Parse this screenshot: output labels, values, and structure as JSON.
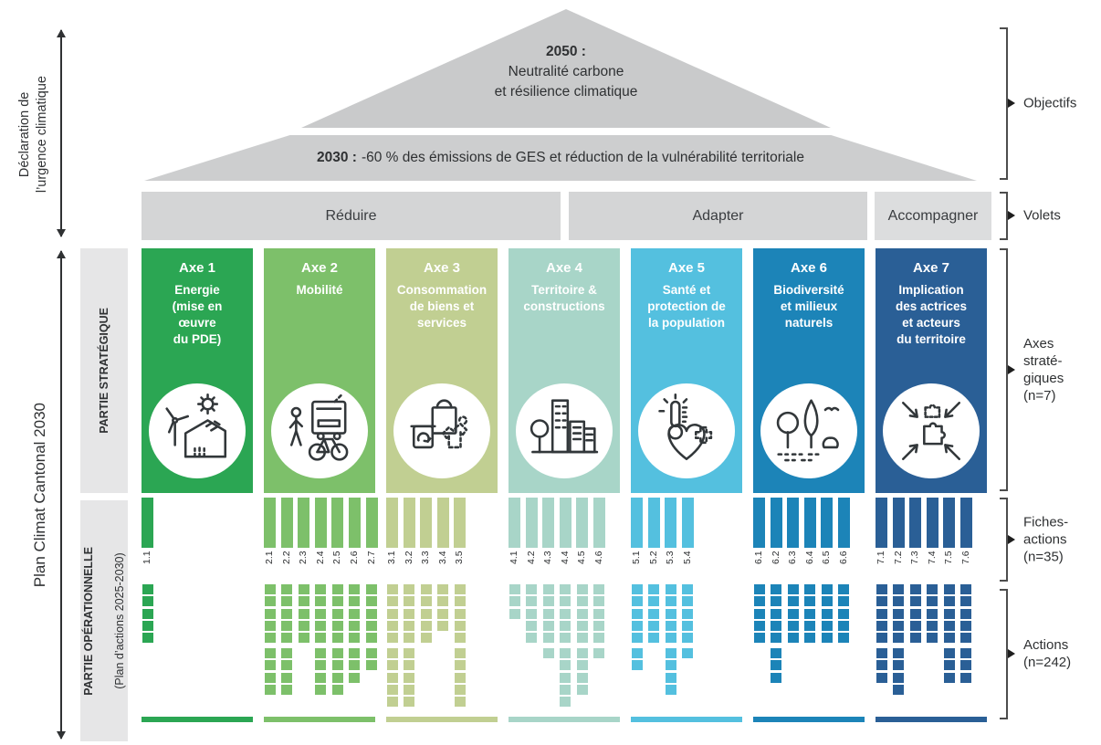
{
  "pyramid": {
    "y2050": "2050 :",
    "t2050": "Neutralité carbone\net résilience climatique",
    "y2030": "2030 :",
    "t2030": "-60 % des émissions de GES et réduction de la vulnérabilité territoriale"
  },
  "left": {
    "declaration": "Déclaration de\nl’urgence climatique",
    "plan": "Plan Climat Cantonal 2030",
    "strategic": "PARTIE STRATÉGIQUE",
    "operational_bold": "PARTIE OPÉRATIONNELLE",
    "operational_sub": "(Plan d’actions 2025-2030)"
  },
  "right_labels": {
    "objectifs": "Objectifs",
    "volets": "Volets",
    "axes": "Axes\nstraté-\ngiques\n(n=7)",
    "fiches": "Fiches-\nactions\n(n=35)",
    "actions": "Actions\n(n=242)"
  },
  "volets": [
    {
      "label": "Réduire"
    },
    {
      "label": "Adapter"
    },
    {
      "label": "Accompagner"
    }
  ],
  "axes": [
    {
      "id": "Axe 1",
      "title": "Energie\n(mise en\nœuvre\ndu PDE)",
      "color": "#2BA653",
      "icon": "renewable-energy-icon",
      "fiches": [
        {
          "id": "1.1",
          "actions": 5
        }
      ]
    },
    {
      "id": "Axe 2",
      "title": "Mobilité",
      "color": "#7DC06A",
      "icon": "mobility-icon",
      "fiches": [
        {
          "id": "2.1",
          "actions": 9
        },
        {
          "id": "2.2",
          "actions": 9
        },
        {
          "id": "2.3",
          "actions": 5
        },
        {
          "id": "2.4",
          "actions": 9
        },
        {
          "id": "2.5",
          "actions": 9
        },
        {
          "id": "2.6",
          "actions": 8
        },
        {
          "id": "2.7",
          "actions": 7
        }
      ]
    },
    {
      "id": "Axe 3",
      "title": "Consommation\nde biens et\nservices",
      "color": "#C1CF92",
      "icon": "consumption-icon",
      "fiches": [
        {
          "id": "3.1",
          "actions": 10
        },
        {
          "id": "3.2",
          "actions": 10
        },
        {
          "id": "3.3",
          "actions": 5
        },
        {
          "id": "3.4",
          "actions": 4
        },
        {
          "id": "3.5",
          "actions": 10
        }
      ]
    },
    {
      "id": "Axe 4",
      "title": "Territoire &\nconstructions",
      "color": "#A8D5C8",
      "icon": "territory-icon",
      "fiches": [
        {
          "id": "4.1",
          "actions": 3
        },
        {
          "id": "4.2",
          "actions": 5
        },
        {
          "id": "4.3",
          "actions": 6
        },
        {
          "id": "4.4",
          "actions": 10
        },
        {
          "id": "4.5",
          "actions": 9
        },
        {
          "id": "4.6",
          "actions": 6
        }
      ]
    },
    {
      "id": "Axe 5",
      "title": "Santé et\nprotection de\nla population",
      "color": "#54C0DF",
      "icon": "health-icon",
      "fiches": [
        {
          "id": "5.1",
          "actions": 7
        },
        {
          "id": "5.2",
          "actions": 5
        },
        {
          "id": "5.3",
          "actions": 9
        },
        {
          "id": "5.4",
          "actions": 6
        }
      ]
    },
    {
      "id": "Axe 6",
      "title": "Biodiversité\net milieux\nnaturels",
      "color": "#1C84B8",
      "icon": "biodiversity-icon",
      "fiches": [
        {
          "id": "6.1",
          "actions": 5
        },
        {
          "id": "6.2",
          "actions": 8
        },
        {
          "id": "6.3",
          "actions": 5
        },
        {
          "id": "6.4",
          "actions": 5
        },
        {
          "id": "6.5",
          "actions": 5
        },
        {
          "id": "6.6",
          "actions": 5
        }
      ]
    },
    {
      "id": "Axe 7",
      "title": "Implication\ndes actrices\net acteurs\ndu territoire",
      "color": "#2A5F96",
      "icon": "collaboration-icon",
      "fiches": [
        {
          "id": "7.1",
          "actions": 8
        },
        {
          "id": "7.2",
          "actions": 9
        },
        {
          "id": "7.3",
          "actions": 5
        },
        {
          "id": "7.4",
          "actions": 5
        },
        {
          "id": "7.5",
          "actions": 8
        },
        {
          "id": "7.6",
          "actions": 8
        }
      ]
    }
  ],
  "colors": {
    "pyramid_grey": "#c9cacb",
    "band_grey": "#cdcecf",
    "volet_grey": "#d4d5d6",
    "volet_light_grey": "#dcddde",
    "sidebar_grey": "#e6e6e7",
    "text_dark": "#2f3133"
  }
}
